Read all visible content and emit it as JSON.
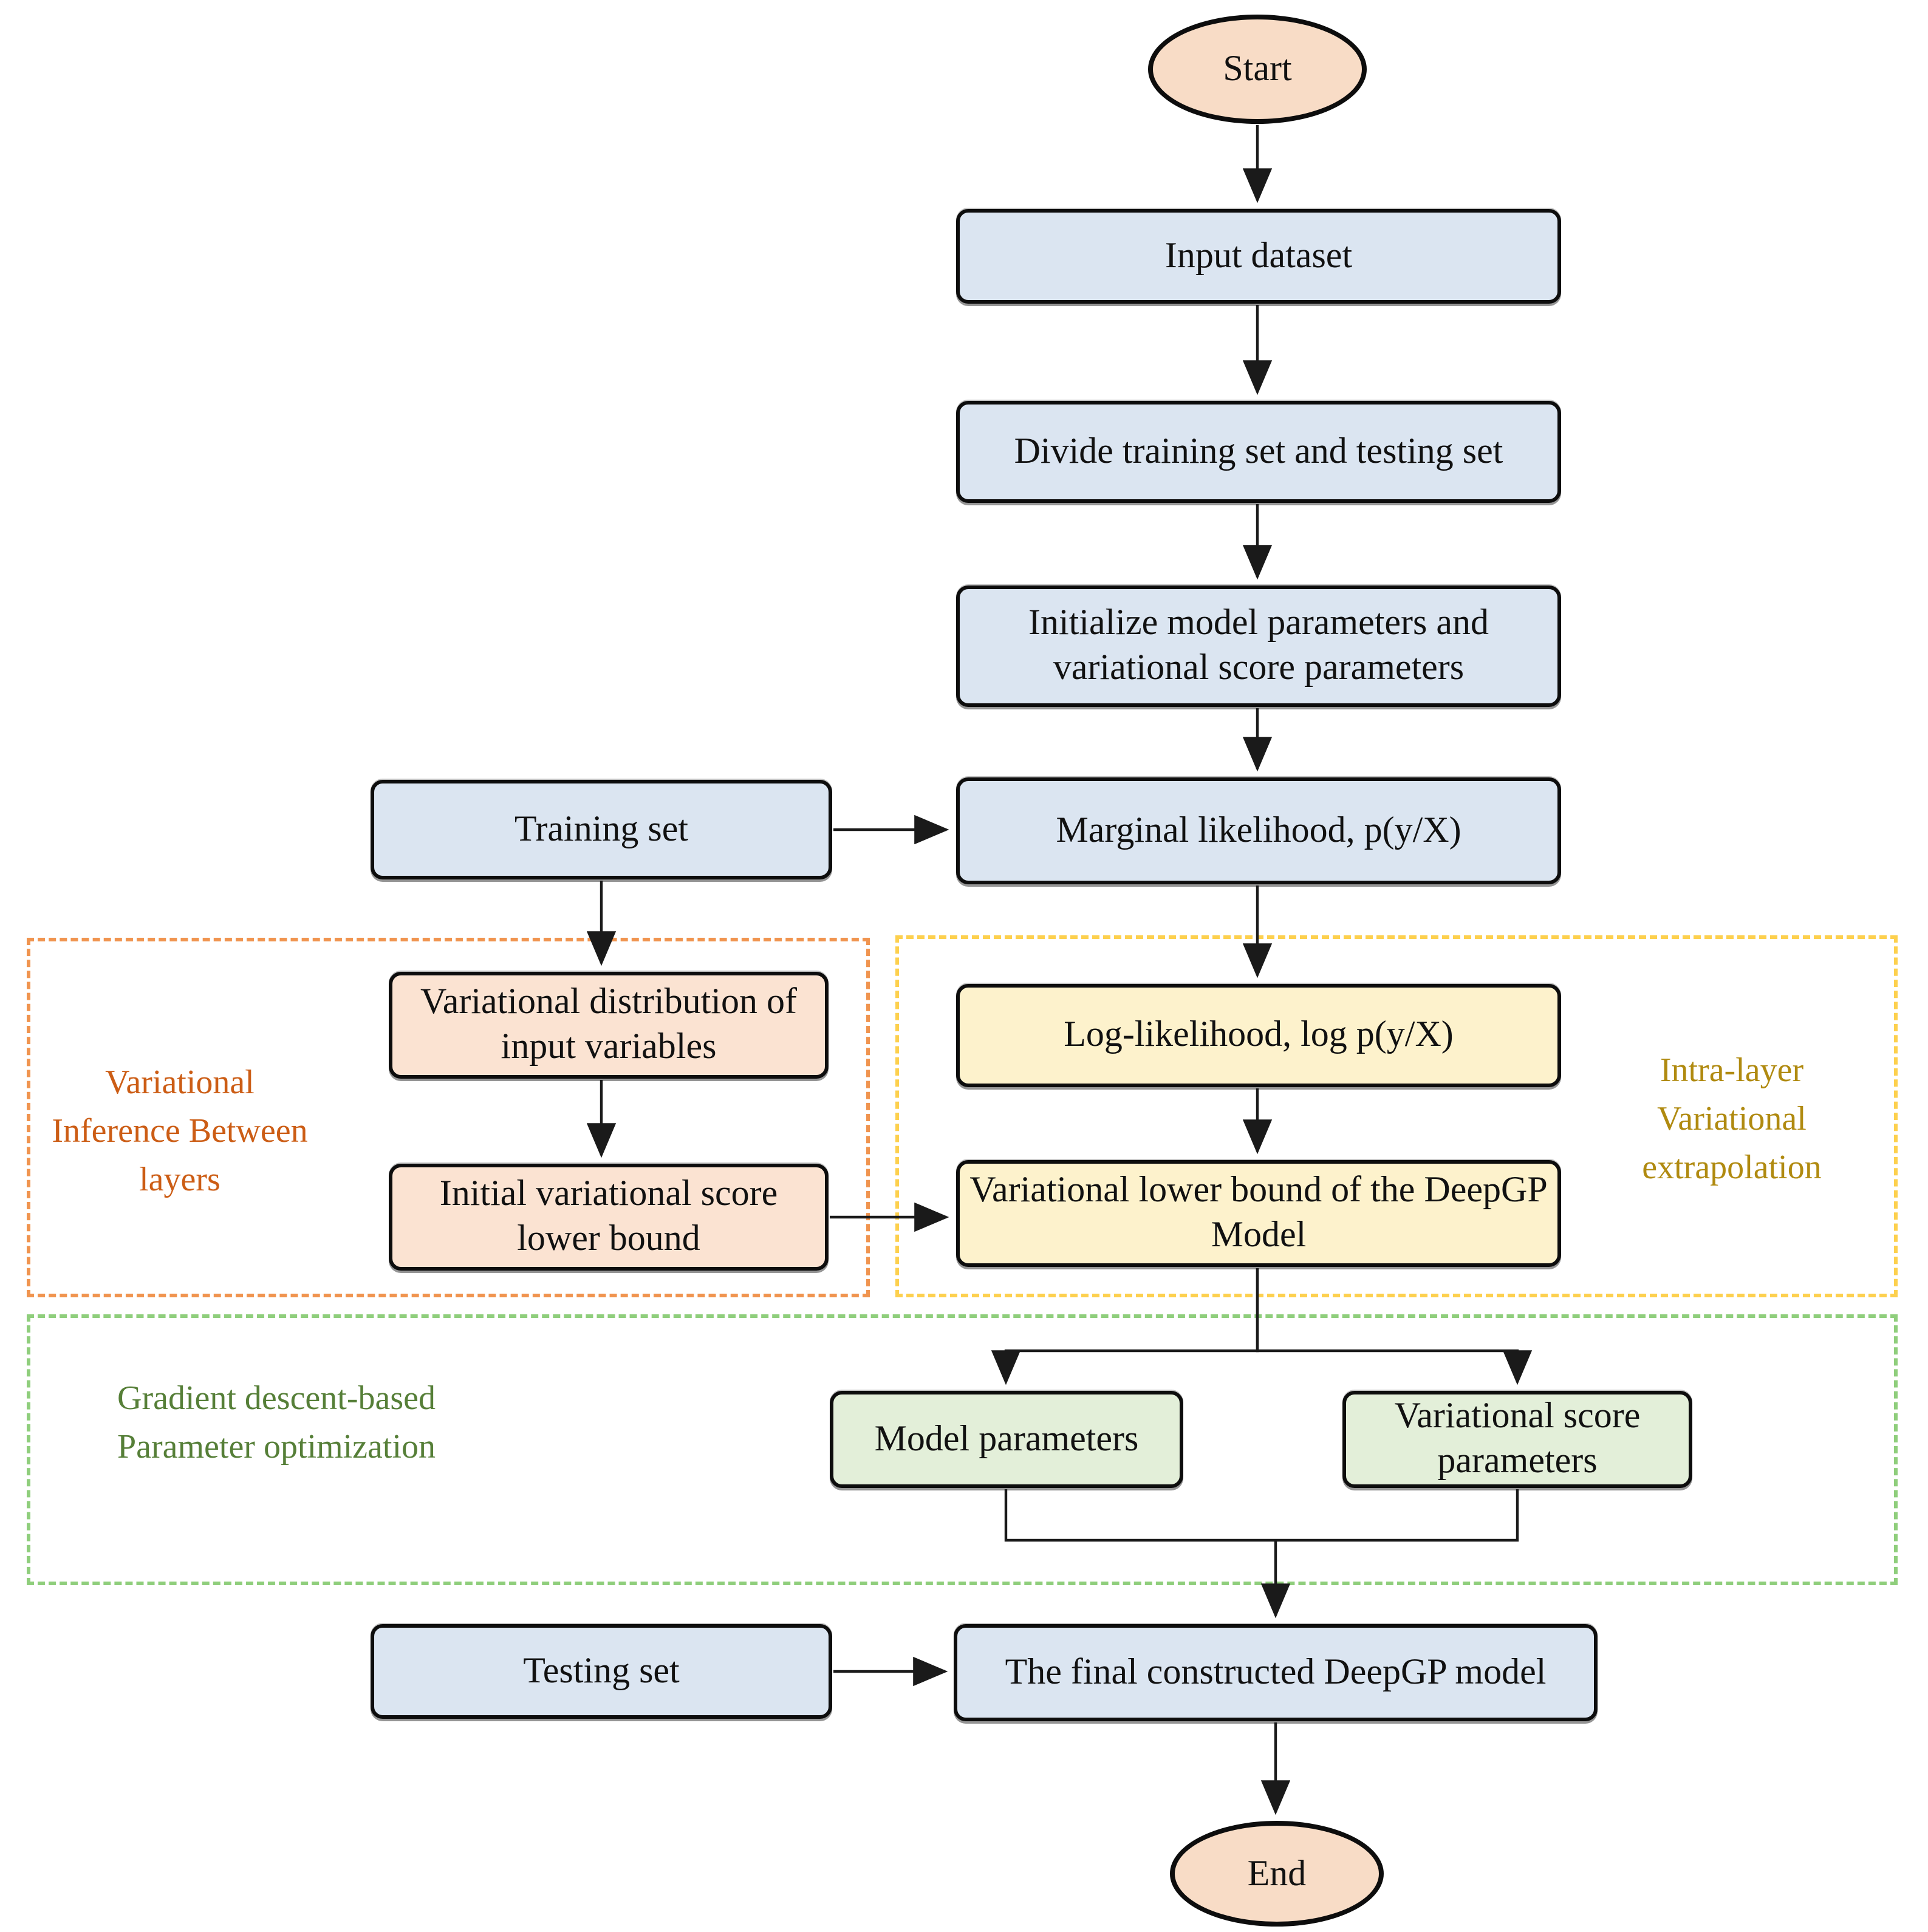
{
  "diagram": {
    "title_semantics": "DeepGP model training flowchart",
    "terminals": {
      "start": "Start",
      "end": "End"
    },
    "nodes": {
      "input_dataset": "Input dataset",
      "divide": "Divide training set and testing set",
      "initialize": "Initialize model parameters and variational score parameters",
      "training_set": "Training set",
      "marginal_likelihood": "Marginal likelihood, p(y/X)",
      "variational_distribution": "Variational distribution of input variables",
      "log_likelihood": "Log-likelihood, log p(y/X)",
      "initial_variational_score": "Initial variational score lower bound",
      "variational_lower_bound": "Variational lower bound of the DeepGP Model",
      "model_parameters": "Model parameters",
      "variational_score_parameters": "Variational score parameters",
      "testing_set": "Testing set",
      "final_model": "The final constructed DeepGP model"
    },
    "regions": {
      "between_layers": {
        "label": "Variational Inference Between layers",
        "border_color": "#f0944f",
        "label_color": "#cc5d15"
      },
      "intra_layer": {
        "label": "Intra-layer Variational extrapolation",
        "border_color": "#fdd04e",
        "label_color": "#b08a10"
      },
      "gradient_descent": {
        "label": "Gradient descent-based Parameter optimization",
        "border_color": "#8fce7c",
        "label_color": "#567f38"
      }
    },
    "colors": {
      "process_fill": "#dbe5f1",
      "terminal_fill": "#f8dcc6",
      "between_layers_fill": "#fbe3d2",
      "intra_layer_fill": "#fdf2cc",
      "optimization_fill": "#e3efd9",
      "line": "#1a1a1a",
      "background": "#ffffff"
    }
  }
}
